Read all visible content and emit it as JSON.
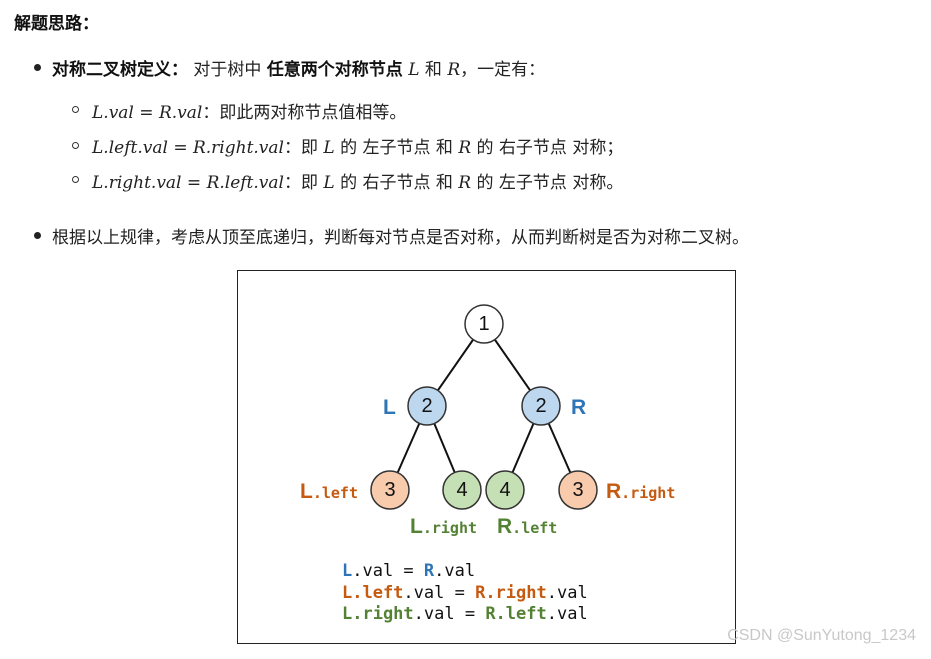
{
  "heading": "解题思路：",
  "definition": {
    "label": "对称二叉树定义：",
    "text1": "对于树中",
    "emph": "任意两个对称节点",
    "L": "L",
    "and": "和",
    "R": "R",
    "text2": "，一定有："
  },
  "rules": [
    {
      "lhs": "L.val",
      "eq": "=",
      "rhs": "R.val",
      "text": "：即此两对称节点值相等。"
    },
    {
      "lhs": "L.left.val",
      "eq": "=",
      "rhs": "R.right.val",
      "text_a": "：即",
      "L": "L",
      "t1": "的",
      "p1": "左子节点",
      "and": "和",
      "R": "R",
      "t2": "的",
      "p2": "右子节点",
      "t3": "对称；"
    },
    {
      "lhs": "L.right.val",
      "eq": "=",
      "rhs": "R.left.val",
      "text_a": "：即",
      "L": "L",
      "t1": "的",
      "p1": "右子节点",
      "and": "和",
      "R": "R",
      "t2": "的",
      "p2": "左子节点",
      "t3": "对称。"
    }
  ],
  "summary": "根据以上规律，考虑从顶至底递归，判断每对节点是否对称，从而判断树是否为对称二叉树。",
  "figure": {
    "nodes": {
      "root": "1",
      "left": "2",
      "right": "2",
      "ll": "3",
      "lr": "4",
      "rl": "4",
      "rr": "3"
    },
    "labels": {
      "L": "L",
      "R": "R",
      "l_left_a": "L",
      "l_left_b": ".left",
      "l_right_a": "L",
      "l_right_b": ".right",
      "r_left_a": "R",
      "r_left_b": ".left",
      "r_right_a": "R",
      "r_right_b": ".right"
    },
    "code": [
      {
        "a": "L",
        "b": ".val = ",
        "c": "R",
        "d": ".val"
      },
      {
        "a": "L.left",
        "b": ".val = ",
        "c": "R.right",
        "d": ".val"
      },
      {
        "a": "L.right",
        "b": ".val = ",
        "c": "R.left",
        "d": ".val"
      }
    ],
    "colors": {
      "blue_node": "#bdd7ee",
      "orange_node": "#f8cbad",
      "green_node": "#c5e0b4",
      "blue_text": "#2e75b6",
      "orange_text": "#c55a11",
      "green_text": "#548235"
    }
  },
  "watermark": "CSDN @SunYutong_1234"
}
